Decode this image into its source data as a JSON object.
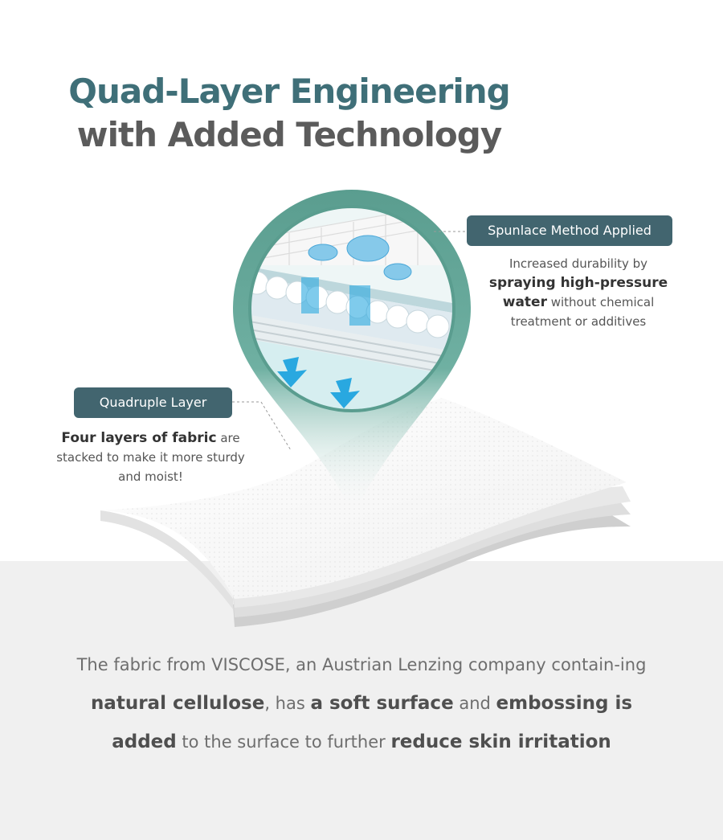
{
  "headline": {
    "line1": "Quad-Layer Engineering",
    "line2": "with Added Technology"
  },
  "callouts": {
    "spunlace": {
      "label": "Spunlace Method Applied",
      "text1": "Increased durability by",
      "bold": "spraying high-pressure water",
      "text2": " without chemical treatment or additives"
    },
    "quadruple": {
      "label": "Quadruple Layer",
      "bold": "Four layers of fabric",
      "text": " are stacked to make it more sturdy and moist!"
    }
  },
  "description": {
    "p1": "The fabric from VISCOSE, an Austrian Lenzing company contain-ing ",
    "b1": "natural cellulose",
    "p2": ", has ",
    "b2": "a soft surface",
    "p3": " and ",
    "b3": "embossing is added",
    "p4": " to the surface to further ",
    "b4": "reduce skin irritation"
  },
  "colors": {
    "accent_teal": "#5a9d8f",
    "pill_dark": "#42656f",
    "water_blue": "#29a8e0"
  }
}
